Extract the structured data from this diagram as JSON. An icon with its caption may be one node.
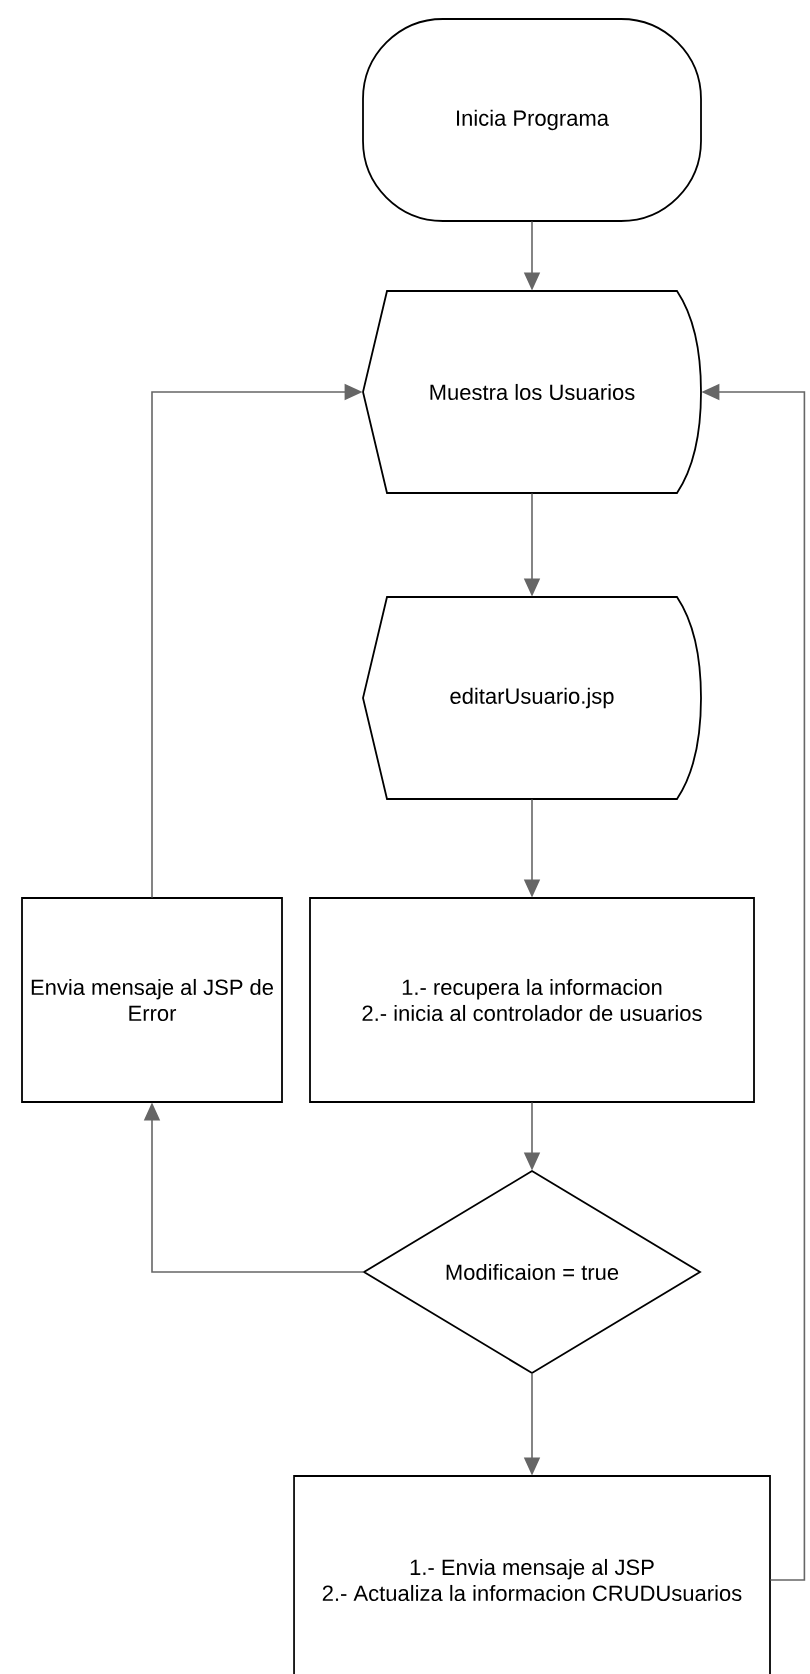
{
  "diagram": {
    "nodes": [
      {
        "text": [
          "Inicia Programa"
        ]
      },
      {
        "text": [
          "Muestra los Usuarios"
        ]
      },
      {
        "text": [
          "editarUsuario.jsp"
        ]
      },
      {
        "text": [
          "Envia mensaje al JSP de Error"
        ]
      },
      {
        "text": [
          "1.- recupera la informacion",
          "2.- inicia al controlador de usuarios"
        ]
      },
      {
        "text": [
          "Modificaion = true"
        ]
      },
      {
        "text": [
          "1.- Envia mensaje al JSP",
          "2.- Actualiza la informacion CRUDUsuarios"
        ]
      }
    ],
    "edges": [
      {
        "from": 0,
        "to": 1,
        "arrow": "to"
      },
      {
        "from": 1,
        "to": 2,
        "arrow": "to"
      },
      {
        "from": 2,
        "to": 4,
        "arrow": "to"
      },
      {
        "from": 4,
        "to": 5,
        "arrow": "to"
      },
      {
        "from": 5,
        "to": 3,
        "arrow": "to"
      },
      {
        "from": 3,
        "to": 1,
        "arrow": "to"
      },
      {
        "from": 5,
        "to": 6,
        "arrow": "to"
      },
      {
        "from": 6,
        "to": 1,
        "arrow": "to"
      }
    ]
  }
}
